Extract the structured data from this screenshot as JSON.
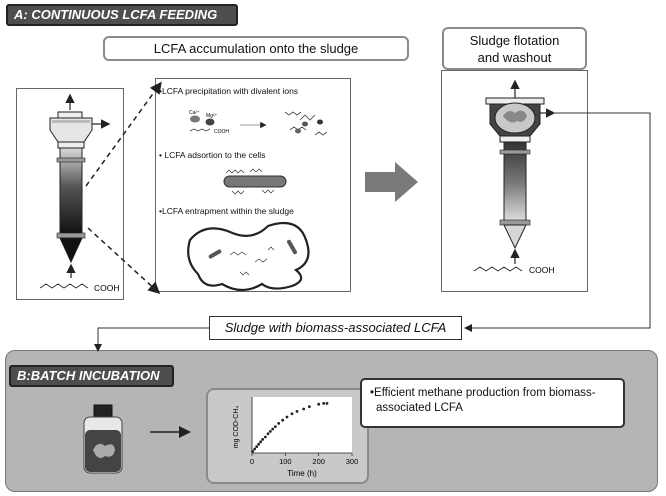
{
  "section_a": {
    "banner": "A: CONTINUOUS LCFA FEEDING",
    "accumulation_title": "LCFA accumulation onto the sludge",
    "mechanisms": [
      "•LCFA precipitation with divalent ions",
      "•  LCFA adsortion to the cells",
      "•LCFA entrapment within the sludge"
    ],
    "precip_ion_1": "Ca²⁺",
    "precip_ion_2": "Mg²⁺",
    "precip_cooh": "COOH",
    "feed_label": "COOH",
    "flotation_title_line1": "Sludge flotation",
    "flotation_title_line2": "and washout",
    "flotation_feed_label": "COOH"
  },
  "link_label": "Sludge with biomass-associated LCFA",
  "section_b": {
    "banner": "B:BATCH INCUBATION",
    "result_line1": "•Efficient methane production from biomass-",
    "result_line2": "associated LCFA"
  },
  "chart_data": {
    "type": "scatter",
    "xlabel": "Time (h)",
    "ylabel": "mg COD-CH₄",
    "xlim": [
      0,
      300
    ],
    "x_ticks": [
      0,
      100,
      200,
      300
    ],
    "x_tick_labels": [
      "0",
      "100",
      "200",
      "300"
    ],
    "series": [
      {
        "x": [
          2,
          8,
          14,
          20,
          26,
          32,
          40,
          48,
          55,
          62,
          70,
          80,
          92,
          105,
          120,
          135,
          155,
          172,
          200,
          215,
          225
        ],
        "y": [
          2,
          5,
          8,
          11,
          14,
          17,
          20,
          24,
          27,
          30,
          33,
          37,
          41,
          45,
          49,
          52,
          55,
          58,
          61,
          62,
          62
        ]
      }
    ],
    "ylim": [
      0,
      70
    ]
  }
}
